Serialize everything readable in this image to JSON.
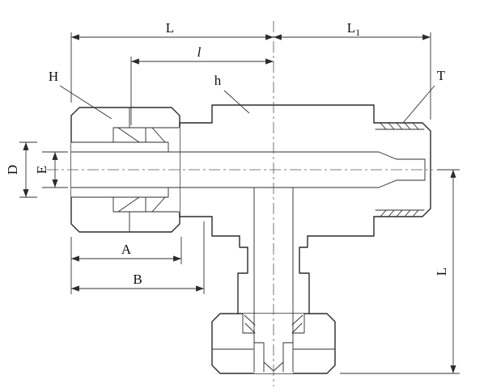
{
  "drawing": {
    "type": "technical-drawing",
    "description": "Cross-section dimensional drawing of a male branch tee compression tube fitting",
    "colors": {
      "line": "#2b2b2b",
      "nut_fill": "#c8c8c8",
      "background": "#ffffff"
    },
    "labels": {
      "length_left": "L",
      "length_right_main": "L",
      "length_right_sub": "1",
      "tube_insertion": "l",
      "nut_hex": "H",
      "body_hex": "h",
      "thread": "T",
      "outer_diameter": "D",
      "inner_diameter": "E",
      "nut_length": "A",
      "assembly_length": "B",
      "branch_length": "L"
    }
  }
}
